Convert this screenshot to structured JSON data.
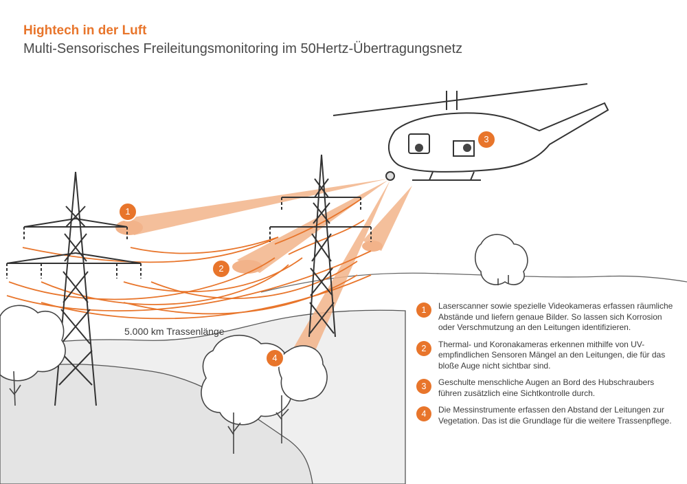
{
  "header": {
    "title": "Hightech in der Luft",
    "subtitle": "Multi-Sensorisches Freileitungsmonitoring im 50Hertz-Übertragungsnetz"
  },
  "route_label": "5.000 km Trassenlänge",
  "badges": [
    "1",
    "2",
    "3",
    "4"
  ],
  "legend": [
    {
      "num": "1",
      "text": "Laserscanner sowie spezielle Videokameras erfassen räumliche Abstände und liefern genaue Bilder. So lassen sich Korrosion oder Verschmutzung an den Leitungen identifizieren."
    },
    {
      "num": "2",
      "text": "Thermal- und Koronakameras erkennen mithilfe von UV-empfindlichen Sensoren Mängel an den Leitungen, die für das bloße Auge nicht sichtbar sind."
    },
    {
      "num": "3",
      "text": "Geschulte menschliche Augen an Bord des Hubschraubers führen zusätzlich eine Sichtkontrolle durch."
    },
    {
      "num": "4",
      "text": "Die Messinstrumente erfassen den Abstand der Leitungen zur Vegetation. Das ist die Grundlage für die weitere Trassenpflege."
    }
  ],
  "colors": {
    "accent": "#e8752b",
    "beam": "#f3b48a",
    "line": "#4a4a4a"
  }
}
